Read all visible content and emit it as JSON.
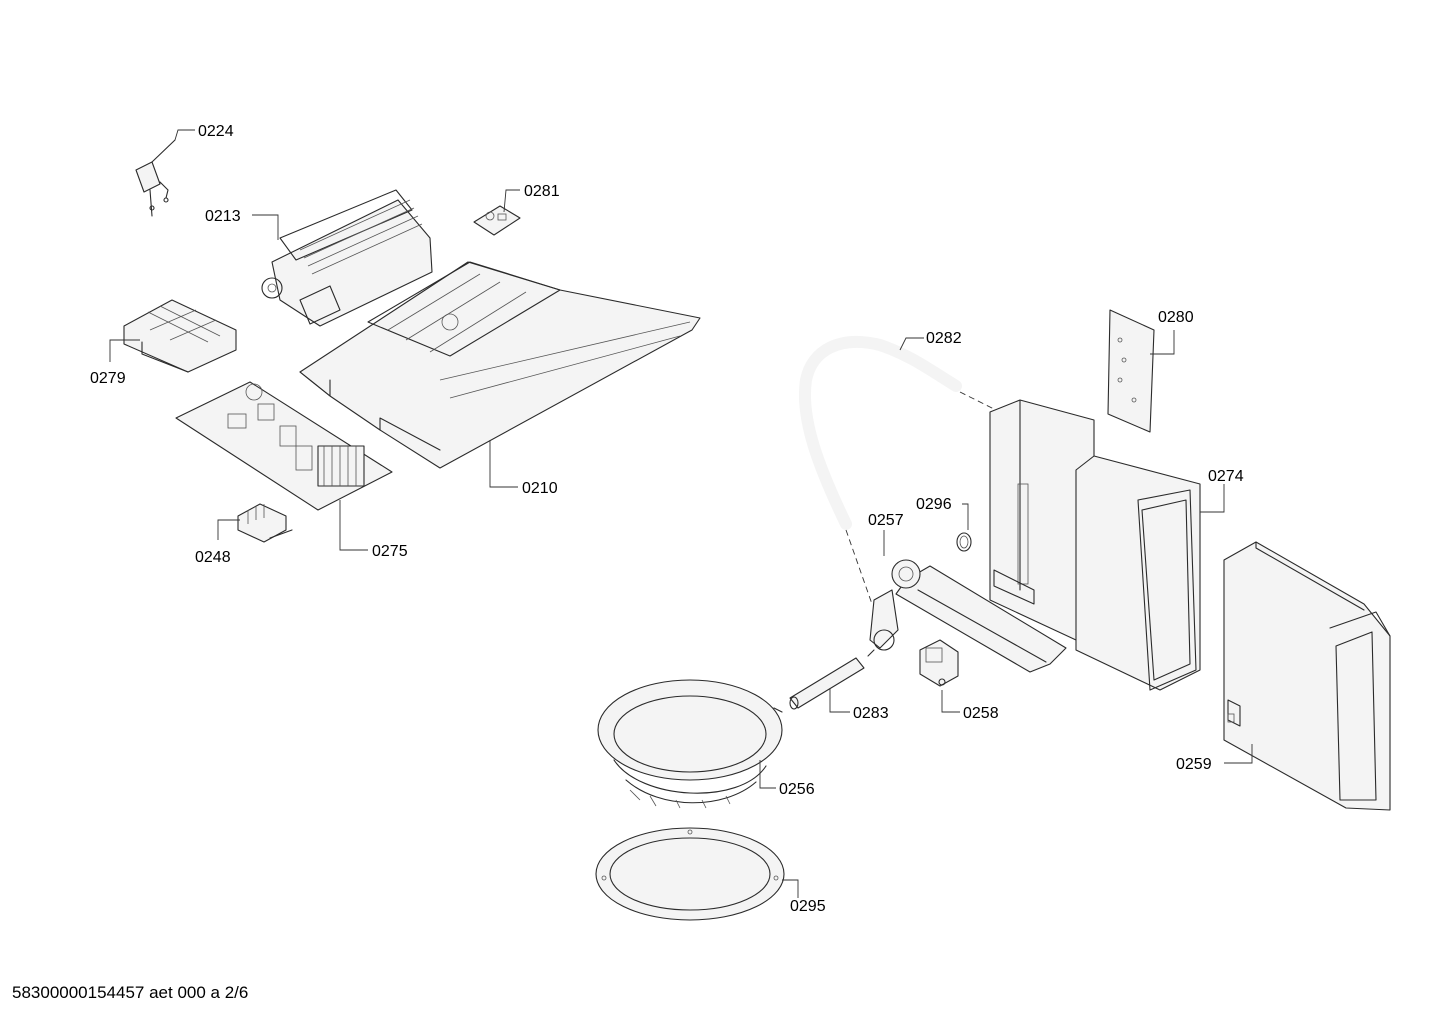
{
  "diagram": {
    "labels": {
      "l0224": "0224",
      "l0281": "0281",
      "l0213": "0213",
      "l0279": "0279",
      "l0210": "0210",
      "l0248": "0248",
      "l0275": "0275",
      "l0282": "0282",
      "l0280": "0280",
      "l0274": "0274",
      "l0296": "0296",
      "l0257": "0257",
      "l0283": "0283",
      "l0258": "0258",
      "l0256": "0256",
      "l0259": "0259",
      "l0295": "0295"
    },
    "footer": "58300000154457 aet 000 a 2/6"
  }
}
